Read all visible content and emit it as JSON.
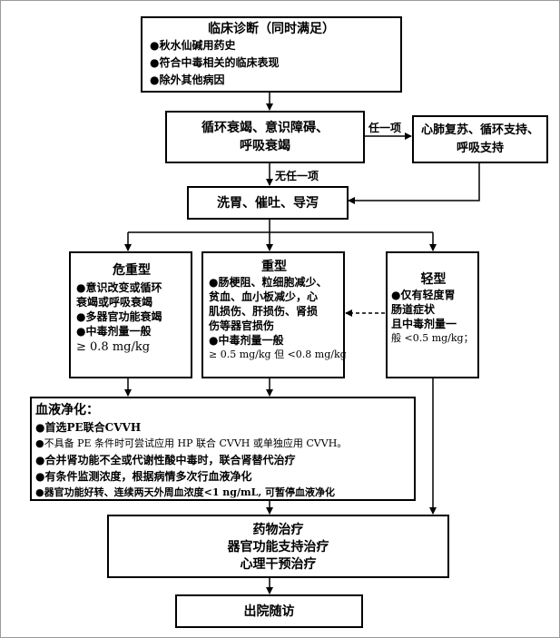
{
  "diagnosis": {
    "title": "临床诊断（同时满足）",
    "items": [
      "●秋水仙碱用药史",
      "●符合中毒相关的临床表现",
      "●除外其他病因"
    ]
  },
  "circulation": {
    "lines": [
      "循环衰竭、意识障碍、",
      "呼吸衰竭"
    ]
  },
  "cpr": {
    "lines": [
      "心肺复苏、循环支持、",
      "呼吸支持"
    ]
  },
  "labels": {
    "any_one": "任一项",
    "none": "无任一项"
  },
  "lavage": {
    "text": "洗胃、催吐、导泻"
  },
  "critical": {
    "title": "危重型",
    "lines": [
      "●意识改变或循环",
      "衰竭或呼吸衰竭",
      "●多器官功能衰竭",
      "●中毒剂量一般",
      "≥ 0.8 mg/kg"
    ]
  },
  "severe": {
    "title": "重型",
    "lines": [
      "●肠梗阻、粒细胞减少、",
      "贫血、血小板减少，心",
      "肌损伤、肝损伤、肾损",
      "伤等器官损伤",
      "●中毒剂量一般",
      "≥ 0.5 mg/kg 但 <0.8 mg/kg"
    ]
  },
  "mild": {
    "title": "轻型",
    "lines": [
      "●仅有轻度胃",
      "肠道症状",
      "且中毒剂量一",
      "般 <0.5 mg/kg；"
    ]
  },
  "purification": {
    "title": "血液净化：",
    "lines": [
      "●首选PE联合CVVH",
      "●不具备 PE 条件时可尝试应用 HP 联合 CVVH 或单独应用 CVVH。",
      "●合并肾功能不全或代谢性酸中毒时，联合肾替代治疗",
      "●有条件监测浓度，根据病情多次行血液净化",
      "●器官功能好转、连续两天外周血浓度<1 ng/mL, 可暂停血液净化"
    ]
  },
  "treatment": {
    "lines": [
      "药物治疗",
      "器官功能支持治疗",
      "心理干预治疗"
    ]
  },
  "discharge": {
    "text": "出院随访"
  }
}
